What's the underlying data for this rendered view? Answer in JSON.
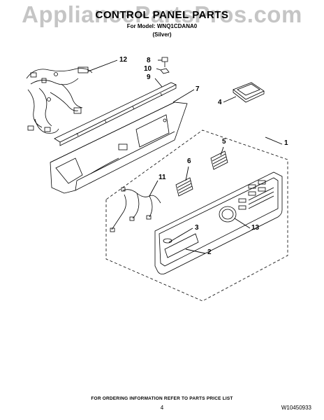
{
  "watermark": "AppliancePartsPros.com",
  "header": {
    "title": "CONTROL PANEL PARTS",
    "model_line": "For Model: WNQ1CDANA0",
    "finish": "(Silver)"
  },
  "callouts": [
    "1",
    "2",
    "3",
    "4",
    "5",
    "6",
    "7",
    "8",
    "9",
    "10",
    "11",
    "12",
    "13"
  ],
  "footer": {
    "note": "FOR ORDERING INFORMATION REFER TO PARTS PRICE LIST",
    "page_number": "4",
    "doc_code": "W10450933"
  }
}
